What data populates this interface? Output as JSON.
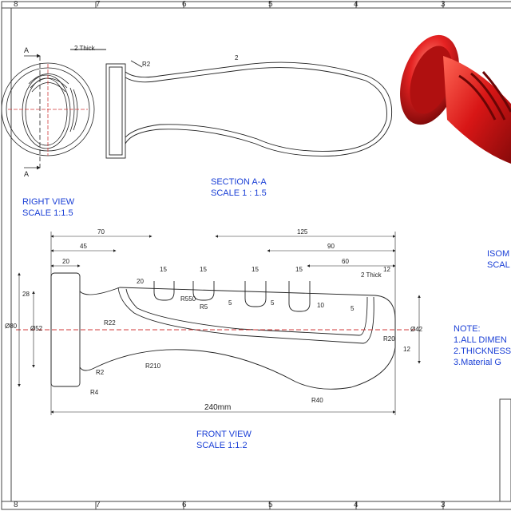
{
  "border_zones": {
    "top": [
      "8",
      "7",
      "6",
      "5",
      "4",
      "3"
    ],
    "bottom": [
      "8",
      "7",
      "6",
      "5",
      "4",
      "3"
    ]
  },
  "section_markers": {
    "top": "A",
    "bottom": "A"
  },
  "views": {
    "section": {
      "title": "SECTION A-A",
      "scale": "SCALE 1 : 1.5"
    },
    "right": {
      "title": "RIGHT VIEW",
      "scale": "SCALE 1:1.5"
    },
    "front": {
      "title": "FRONT VIEW",
      "scale": "SCALE 1:1.2"
    },
    "isometric": {
      "title": "ISOM",
      "scale": "SCAL"
    }
  },
  "section_dims": {
    "thick": "2 Thick",
    "radius": "R2",
    "wall": "2"
  },
  "front_dims": {
    "d70": "70",
    "d45": "45",
    "d20a": "20",
    "d20b": "20",
    "d125": "125",
    "d90": "90",
    "d60": "60",
    "d12a": "12",
    "d15a": "15",
    "d15b": "15",
    "d15c": "15",
    "d15d": "15",
    "d2thick": "2 Thick",
    "d28": "28",
    "d80": "Ø80",
    "d52": "Ø52",
    "r22": "R22",
    "r550": "R550",
    "r5": "R5",
    "d5a": "5",
    "d5b": "5",
    "d10": "10",
    "d5c": "5",
    "d42": "Ø42",
    "r20": "R20",
    "d12b": "12",
    "r2": "R2",
    "r210": "R210",
    "r4": "R4",
    "r40": "R40",
    "total": "240mm"
  },
  "notes": {
    "title": "NOTE:",
    "items": [
      "1.ALL DIMEN",
      "2.THICKNESS",
      "3.Material G"
    ]
  },
  "colors": {
    "annotation": "#1a3fd6",
    "line": "#222222",
    "render": "#d81e1e",
    "centerline": "#d23a3a"
  }
}
